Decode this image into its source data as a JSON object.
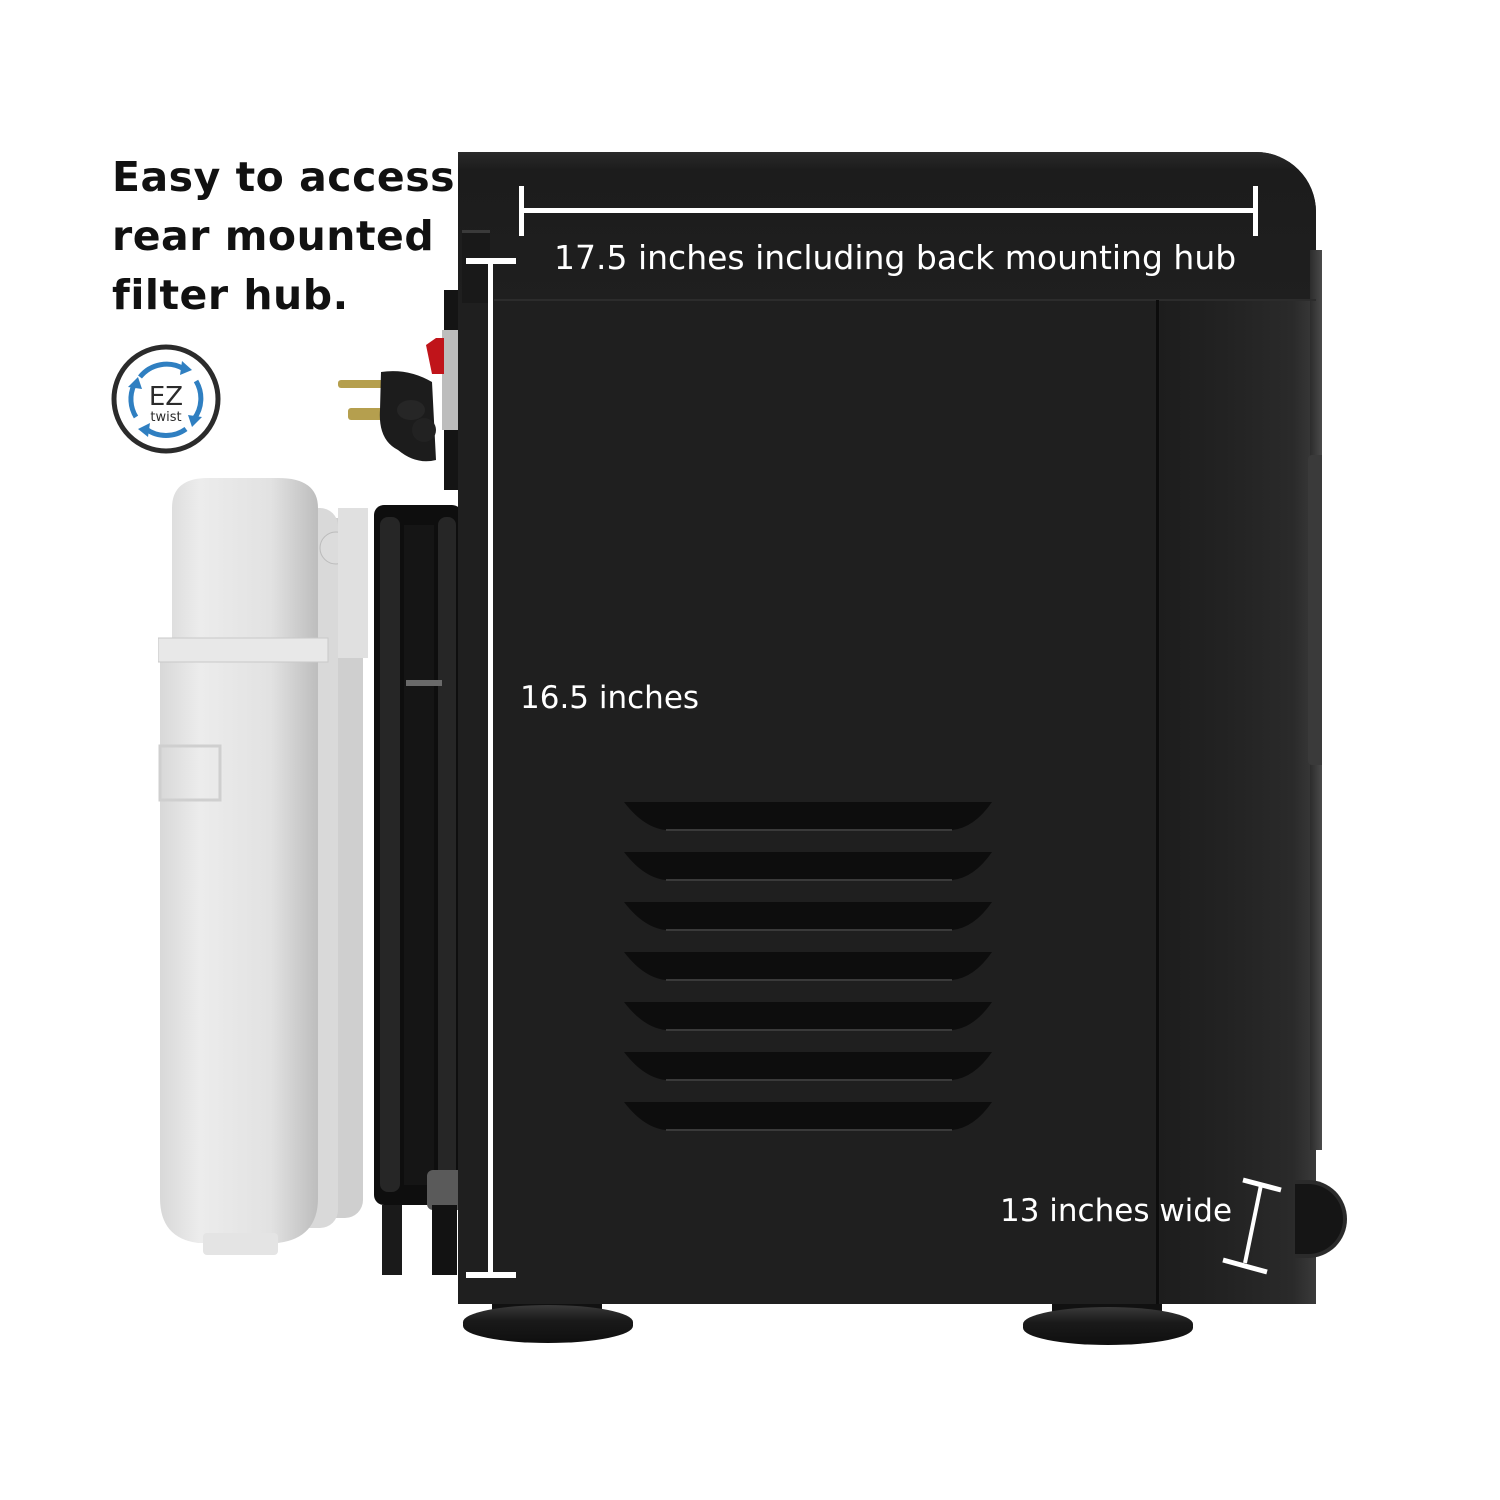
{
  "headline": {
    "lines": [
      "Easy to access",
      "rear mounted",
      "filter hub."
    ]
  },
  "badge": {
    "icon": "ez-twist-rotation-icon",
    "title": "EZ",
    "subtitle": "twist",
    "ring_color": "#2b2b2b",
    "arrow_color": "#2f7fc1"
  },
  "product": {
    "body_color": "#1f1f1f",
    "filter_color": "#e6e6e6",
    "switch_color": "#c0141a",
    "vent_count": 7
  },
  "dimensions": {
    "depth": {
      "label": "17.5 inches including back mounting hub",
      "value": 17.5,
      "unit": "inches"
    },
    "height": {
      "label": "16.5 inches",
      "value": 16.5,
      "unit": "inches"
    },
    "width": {
      "label": "13 inches wide",
      "value": 13,
      "unit": "inches"
    }
  }
}
